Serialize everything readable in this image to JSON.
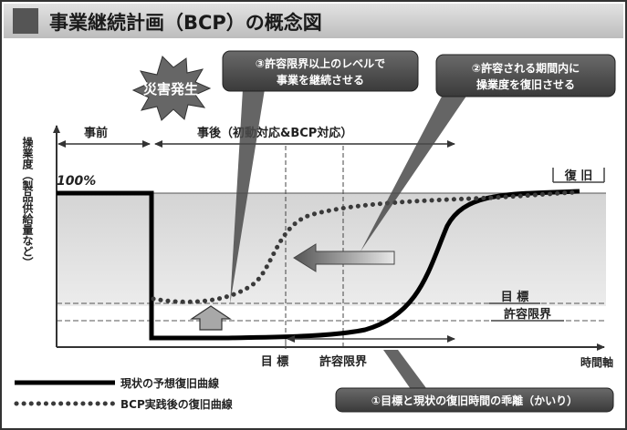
{
  "title": "事業継続計画（BCP）の概念図",
  "disaster_label": "災害発生",
  "callouts": {
    "c3_line1": "③許容限界以上のレベルで",
    "c3_line2": "事業を継続させる",
    "c2_line1": "②許容される期間内に",
    "c2_line2": "操業度を復旧させる",
    "c1": "①目標と現状の復旧時間の乖離（かいり）"
  },
  "periods": {
    "before": "事前",
    "after": "事後（初動対応&BCP対応）"
  },
  "axes": {
    "y_label": "操業度（製品供給量など）",
    "x_label": "時間軸"
  },
  "levels": {
    "full": "100%",
    "recovery": "復 旧",
    "target": "目 標",
    "limit": "許容限界"
  },
  "time_markers": {
    "target": "目 標",
    "limit": "許容限界"
  },
  "legend": {
    "current": "現状の予想復旧曲線",
    "bcp": "BCP実践後の復旧曲線"
  },
  "colors": {
    "title_bar": "#cfcfcf",
    "accent_square": "#555555",
    "callout_dark": "#4a4a4a",
    "band": "#dcdcdc",
    "curve": "#000000",
    "bcp_dot": "#3a3a3a",
    "arrow_grey": "#6a6a6a",
    "arrow_up": "#a0a0a0"
  }
}
